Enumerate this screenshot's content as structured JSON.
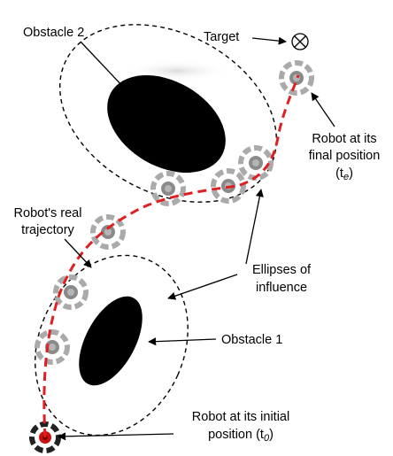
{
  "labels": {
    "obstacle2": "Obstacle 2",
    "target": "Target",
    "robot_final_line1": "Robot at its",
    "robot_final_line2": "final position",
    "robot_final_time_open": "(t",
    "robot_final_time_sub": "e",
    "robot_final_time_close": ")",
    "trajectory_line1": "Robot's real",
    "trajectory_line2": "trajectory",
    "ellipses_line1": "Ellipses of",
    "ellipses_line2": "influence",
    "obstacle1": "Obstacle 1",
    "robot_initial_line1": "Robot at its initial",
    "robot_initial_line2_prefix": "position (t",
    "robot_initial_time_sub": "0",
    "robot_initial_time_close": ")"
  },
  "colors": {
    "background": "#ffffff",
    "obstacle": "#000000",
    "trajectory": "#e02020",
    "robot_marker": "#9a9a9a",
    "robot_center": "#8a8a8a",
    "robot_initial_ring": "#222222",
    "robot_initial_center": "#cc1111",
    "influence_ellipse": "#000000",
    "arrow": "#000000"
  },
  "icons": {
    "target": "circled-times-icon",
    "robot": "robot-marker-icon"
  }
}
